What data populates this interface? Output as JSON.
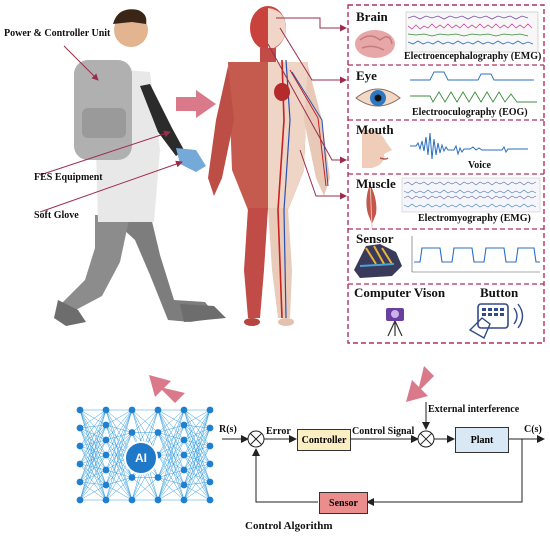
{
  "person_labels": {
    "power_unit": "Power & Controller Unit",
    "fes": "FES Equipment",
    "glove": "Soft Glove"
  },
  "signals": {
    "brain": {
      "title": "Brain",
      "caption": "Electroencephalography (EMG)"
    },
    "eye": {
      "title": "Eye",
      "caption": "Electrooculography (EOG)"
    },
    "mouth": {
      "title": "Mouth",
      "caption": "Voice"
    },
    "muscle": {
      "title": "Muscle",
      "caption": "Electromyography (EMG)"
    },
    "sensor": {
      "title": "Sensor"
    },
    "vision": {
      "title": "Computer Vison"
    },
    "button": {
      "title": "Button"
    }
  },
  "ai": {
    "label": "AI"
  },
  "control": {
    "r_label": "R(s)",
    "error_label": "Error",
    "controller": "Controller",
    "control_signal": "Control Signal",
    "external": "External interference",
    "plant": "Plant",
    "c_label": "C(s)",
    "sensor": "Sensor",
    "title": "Control Algorithm"
  },
  "colors": {
    "accent_arrow": "#d9798a",
    "dashed_border": "#b3325a",
    "leader_line": "#9b2d4a",
    "controller_fill": "#fbeec2",
    "plant_fill": "#d8e8f5",
    "sensor_fill": "#ec8d8d",
    "nn_node": "#1f7fd0",
    "nn_edge": "#3aa0e0"
  }
}
